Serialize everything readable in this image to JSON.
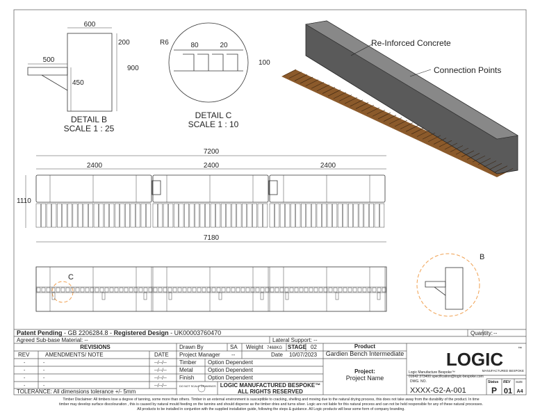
{
  "details": {
    "b_label": "DETAIL B",
    "b_scale": "SCALE 1 : 25",
    "c_label": "DETAIL C",
    "c_scale": "SCALE 1 : 10",
    "b_dims": [
      "600",
      "200",
      "500",
      "900",
      "450"
    ],
    "c_dims": [
      "R6",
      "80",
      "20",
      "100"
    ],
    "b_marker": "B",
    "c_marker": "C"
  },
  "callouts": {
    "concrete": "Re-Inforced Concrete",
    "connection": "Connection Points"
  },
  "plan": {
    "overall": "7200",
    "segments": [
      "2400",
      "2400",
      "2400"
    ],
    "height": "1110",
    "bottom": "7180"
  },
  "title_block": {
    "patent_bold1": "Patent Pending",
    "patent_text1": " - GB 2206284.8 - ",
    "patent_bold2": "Registered Design",
    "patent_text2": " - UK00003760470",
    "quantity_label": "Quantity:",
    "quantity_value": "--",
    "agreed": "Agreed Sub-base Material:  --",
    "lateral": "Lateral Support:  --",
    "revisions_header": "REVISIONS",
    "rev_col": "REV",
    "note_col": "AMENDMENTS/ NOTE",
    "date_col": "DATE",
    "rev_rows": [
      {
        "rev": "-",
        "note": "-",
        "date": "--/--/--"
      },
      {
        "rev": "-",
        "note": "-",
        "date": "--/--/--"
      },
      {
        "rev": "-",
        "note": "-",
        "date": "--/--/--"
      },
      {
        "rev": "-",
        "note": "-",
        "date": "--/--/--"
      }
    ],
    "tolerance": "TOLERANCE:  All dimensions tolerance +/- 5mm",
    "drawn_by_label": "Drawn By",
    "drawn_by": "SA",
    "weight_label": "Weight",
    "weight": "7468KG",
    "stage_label": "STAGE",
    "stage": "02",
    "pm_label": "Project Manager",
    "pm": "--",
    "date_label": "Date",
    "date": "10/07/2023",
    "materials": [
      {
        "label": "Timber",
        "value": "Option Dependent"
      },
      {
        "label": "Metal",
        "value": "Option Dependent"
      },
      {
        "label": "Finish",
        "value": "Option Dependent"
      }
    ],
    "do_not_scale": "DO NOT SCALE DRAWINGS",
    "rights1": "LOGIC MANUFACTURED BESPOKE™",
    "rights2": "ALL RIGHTS RESERVED",
    "product_label": "Product",
    "product": "Gardien Bench Intermediate",
    "project_label": "Project:",
    "project": "Project Name",
    "logo": "LOGIC",
    "logo_tm": "™",
    "logo_sub": "MANUFACTURED BESPOKE",
    "company": "Logic Manufacture Bespoke™",
    "contact": "01642 373400 specification@logic-bespoke.com",
    "dwg_label": "DWG. NO.",
    "dwg_no": "XXXX-G2-A-001",
    "status_label": "Status",
    "status": "P",
    "rev_label": "REV",
    "rev": "01",
    "size_label": "SIZE",
    "size": "A4"
  },
  "disclaimer": [
    "Timber Disclaimer: All timbers lose a degree of tanning, some more than others. Timber in an external environment is susceptible to cracking, shelling and moving due to the natural drying process, this does not take away from the durability of the product. In time",
    "timber may develop surface discolouration , this is caused by natural mould feeding on the tannins and should disperse as the timber dries and turns silver. Logic are not liable for this natural process and can not be held responsible for any of these natural processes.",
    "All products to be installed in conjuntion with the supplied installation guide, following the steps & guidance. All Logic products will bear some form of company branding."
  ],
  "colors": {
    "marker": "#f0a050",
    "timber": "#8b5a2b",
    "concrete": "#555555"
  }
}
